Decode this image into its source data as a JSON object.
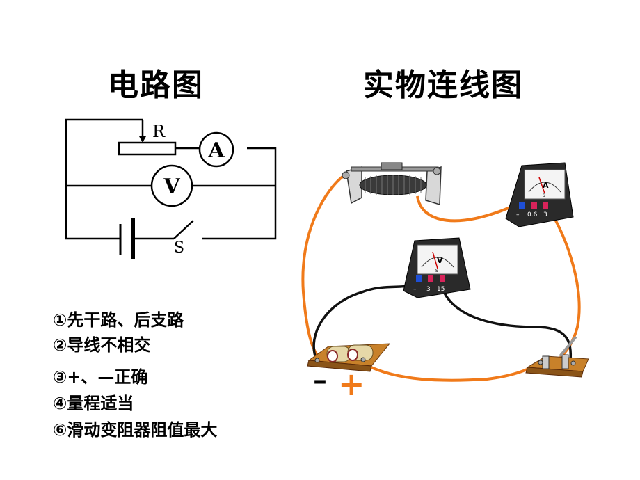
{
  "titles": {
    "circuit": "电路图",
    "physical": "实物连线图"
  },
  "circuit": {
    "resistor_label": "R",
    "ammeter_label": "A",
    "voltmeter_label": "V",
    "switch_label": "S"
  },
  "physical": {
    "ammeter": {
      "letter": "A",
      "terminals": [
        "–",
        "0.6",
        "3"
      ],
      "scale": "S"
    },
    "voltmeter": {
      "letter": "V",
      "terminals": [
        "–",
        "3",
        "15"
      ],
      "scale": "S"
    },
    "battery_signs": {
      "minus": "–",
      "plus": "+"
    }
  },
  "rules": [
    "①先干路、后支路",
    "②导线不相交",
    "③+、—正确",
    "④量程适当",
    "⑥滑动变阻器阻值最大"
  ],
  "colors": {
    "wire_orange": "#f07a1a",
    "wire_black": "#111111",
    "wood": "#c8812a"
  }
}
